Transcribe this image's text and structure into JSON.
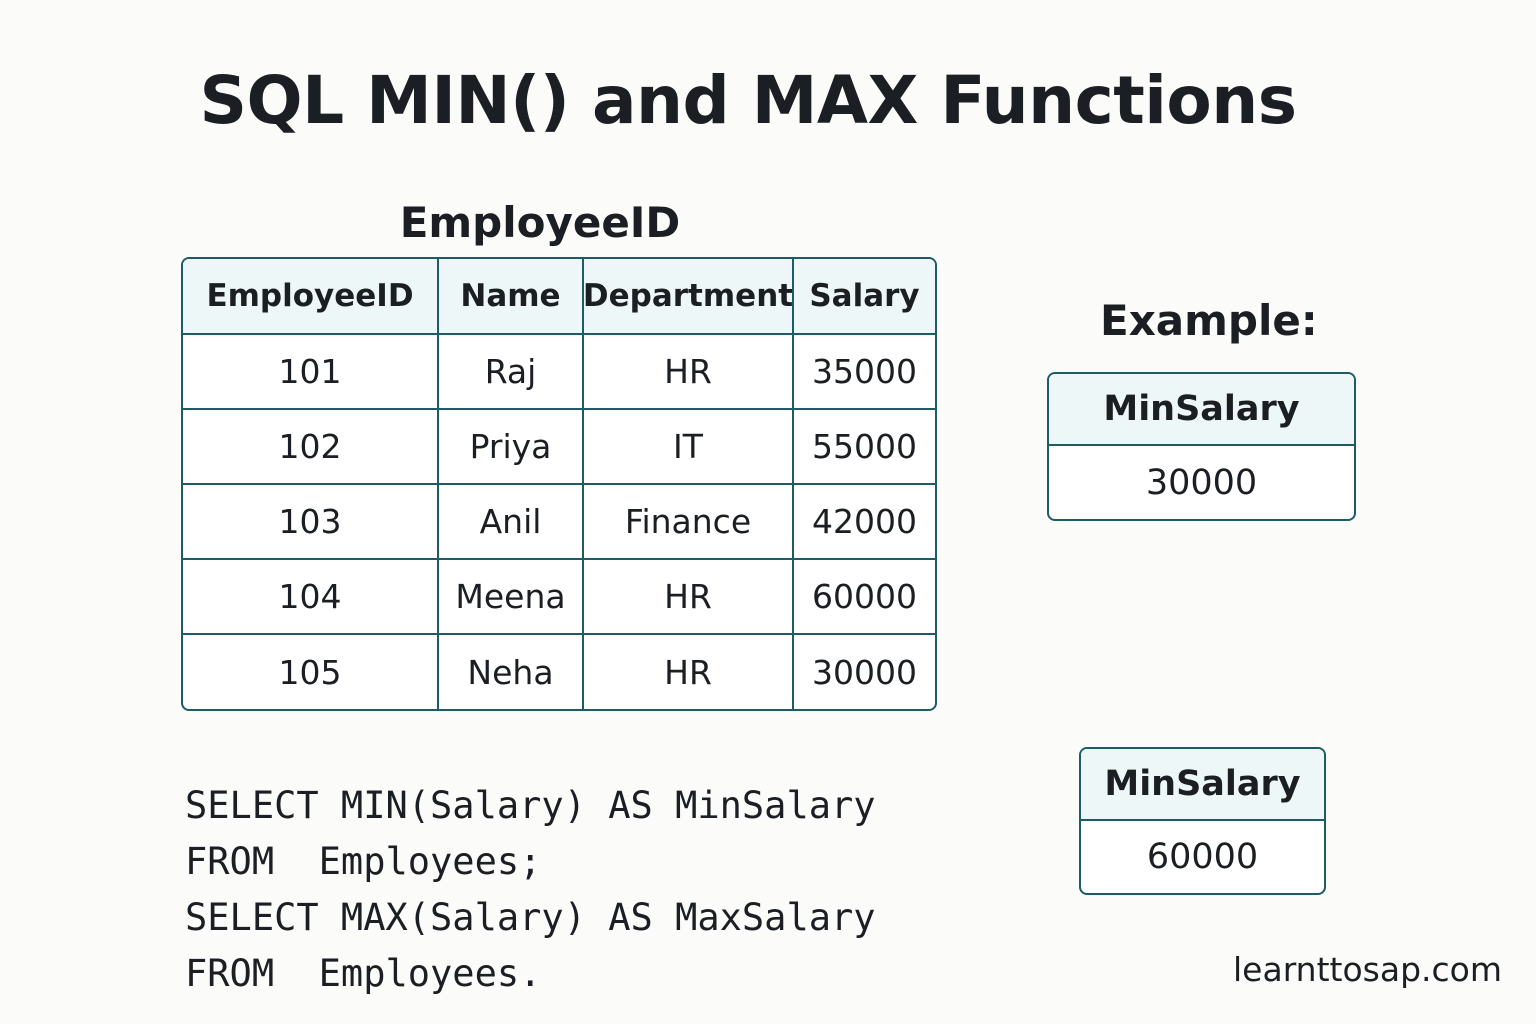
{
  "title": "SQL MIN() and MAX Functions",
  "table": {
    "caption": "EmployeeID",
    "columns": [
      "EmployeeID",
      "Name",
      "Department",
      "Salary"
    ],
    "rows": [
      [
        "101",
        "Raj",
        "HR",
        "35000"
      ],
      [
        "102",
        "Priya",
        "IT",
        "55000"
      ],
      [
        "103",
        "Anil",
        "Finance",
        "42000"
      ],
      [
        "104",
        "Meena",
        "HR",
        "60000"
      ],
      [
        "105",
        "Neha",
        "HR",
        "30000"
      ]
    ]
  },
  "example": {
    "label": "Example:",
    "min_result": {
      "header": "MinSalary",
      "value": "30000"
    },
    "max_result": {
      "header": "MinSalary",
      "value": "60000"
    }
  },
  "code": {
    "lines": [
      "SELECT MIN(Salary) AS MinSalary",
      "FROM  Employees;",
      "SELECT MAX(Salary) AS MaxSalary",
      "FROM  Employees."
    ]
  },
  "watermark": "learnttosap.com",
  "colors": {
    "border": "#1d5c66",
    "header_bg": "#eef7f7",
    "background": "#fbfbf9"
  }
}
